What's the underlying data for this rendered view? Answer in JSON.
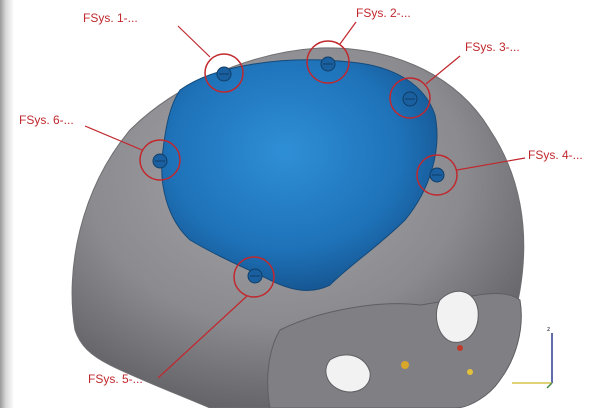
{
  "colors": {
    "skull": "#8b8b8f",
    "implant": "#1e72b8",
    "callout": "#c0282e",
    "triad_axis": "#2b3b8f"
  },
  "callouts": [
    {
      "id": "fsys-1",
      "label": "FSys. 1-..."
    },
    {
      "id": "fsys-2",
      "label": "FSys. 2-..."
    },
    {
      "id": "fsys-3",
      "label": "FSys. 3-..."
    },
    {
      "id": "fsys-4",
      "label": "FSys. 4-..."
    },
    {
      "id": "fsys-5",
      "label": "FSys. 5-..."
    },
    {
      "id": "fsys-6",
      "label": "FSys. 6-..."
    }
  ],
  "triad": {
    "z_label": "z"
  }
}
